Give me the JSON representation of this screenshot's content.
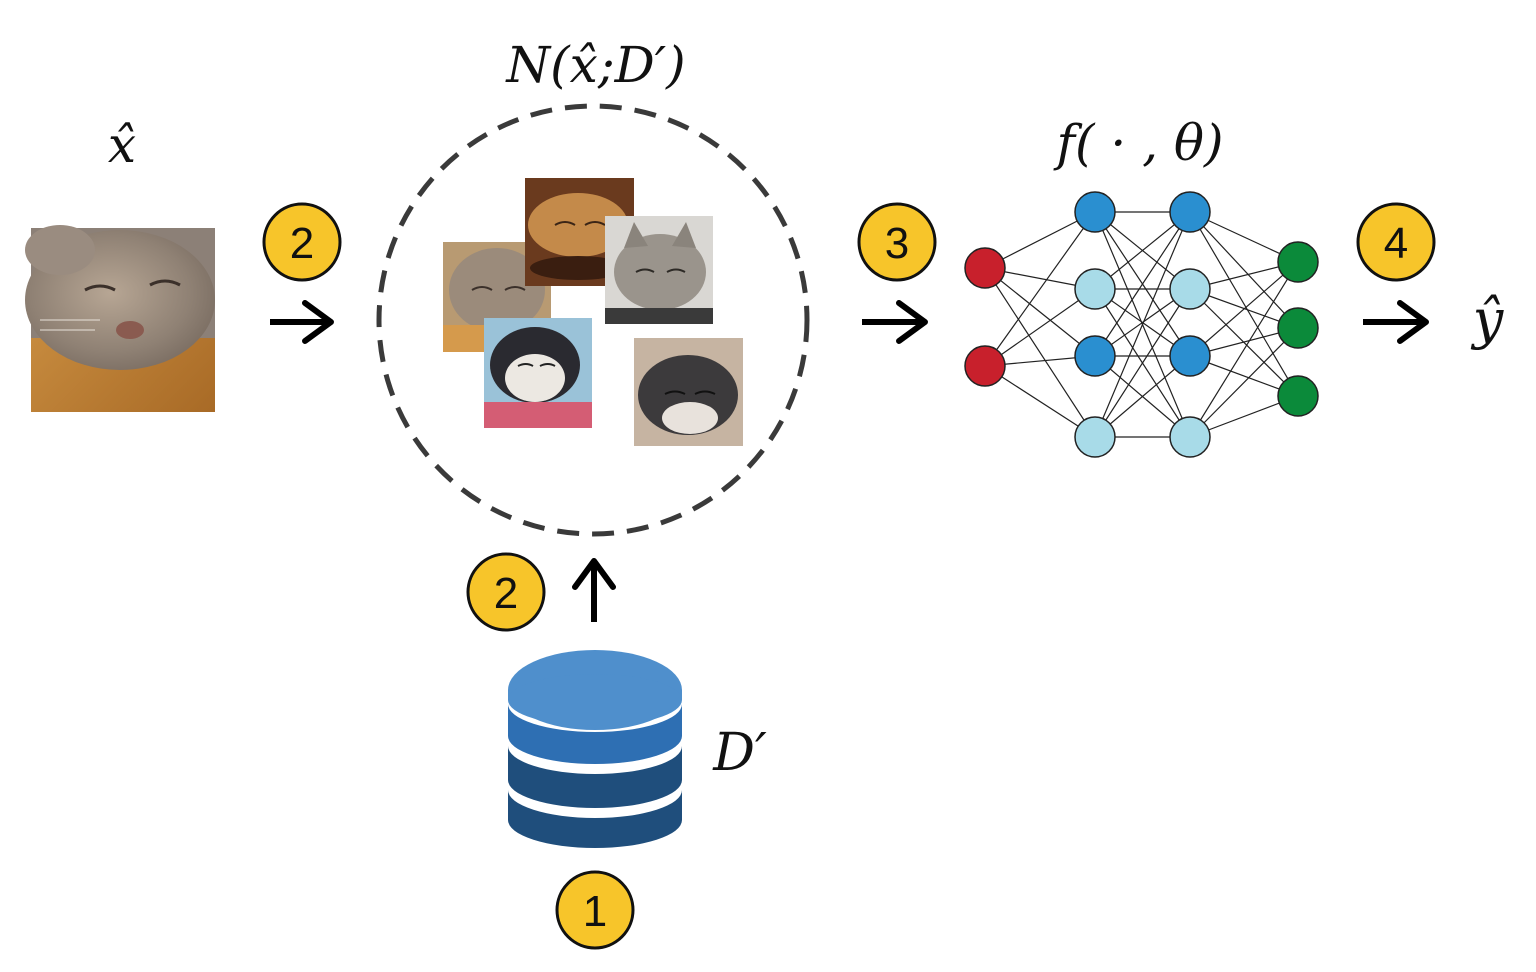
{
  "labels": {
    "input": "x̂",
    "neighborhood": "N(x̂;D′)",
    "model": "f( · , θ)",
    "output": "ŷ",
    "dataset": "D′"
  },
  "badges": {
    "input_to_neighborhood": "2",
    "dataset_to_neighborhood": "2",
    "neighborhood_to_model": "3",
    "model_to_output": "4",
    "dataset": "1"
  },
  "network": {
    "layers": [
      2,
      4,
      4,
      3
    ],
    "layer_colors": [
      [
        "#c8202c",
        "#c8202c"
      ],
      [
        "#2a8fd0",
        "#a8dbe8",
        "#2a8fd0",
        "#a8dbe8"
      ],
      [
        "#2a8fd0",
        "#a8dbe8",
        "#2a8fd0",
        "#a8dbe8"
      ],
      [
        "#0b8a3a",
        "#0b8a3a",
        "#0b8a3a"
      ]
    ]
  },
  "colors": {
    "badge_fill": "#f7c52a",
    "database_top": "#4f8fcc",
    "database_mid": "#2e6fb3",
    "database_low": "#1f4e7c"
  }
}
